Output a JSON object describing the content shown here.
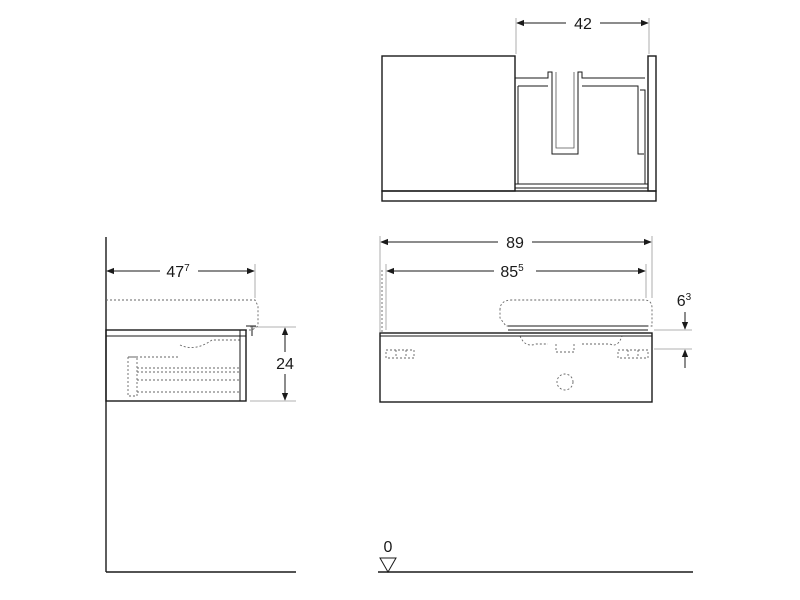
{
  "dimensions": {
    "top_width": {
      "main": "42",
      "sup": ""
    },
    "total_width": {
      "main": "89",
      "sup": ""
    },
    "inner_width": {
      "main": "85",
      "sup": "5"
    },
    "depth": {
      "main": "47",
      "sup": "7"
    },
    "height": {
      "main": "24",
      "sup": ""
    },
    "offset": {
      "main": "6",
      "sup": "3"
    },
    "floor_level": {
      "main": "0",
      "sup": ""
    }
  },
  "colors": {
    "line": "#1a1a1a",
    "hidden_line": "#666666",
    "background": "#ffffff"
  }
}
